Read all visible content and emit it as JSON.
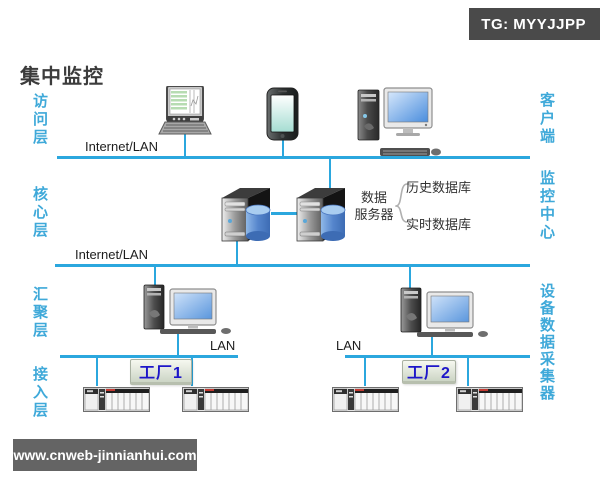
{
  "badge": {
    "text": "TG: MYYJJPP"
  },
  "watermark": {
    "text": "www.cnweb-jinnianhui.com"
  },
  "title": {
    "text": "集中监控"
  },
  "left_layers": [
    {
      "label": "访问层"
    },
    {
      "label": "核心层"
    },
    {
      "label": "汇聚层"
    },
    {
      "label": "接入层"
    }
  ],
  "right_labels": [
    {
      "label": "客户端"
    },
    {
      "label": "监控中心"
    },
    {
      "label": "设备数据采集器"
    }
  ],
  "network_labels": {
    "internet_lan_top": "Internet/LAN",
    "internet_lan_mid": "Internet/LAN",
    "lan_left": "LAN",
    "lan_right": "LAN"
  },
  "core": {
    "server_label_line1": "数据",
    "server_label_line2": "服务器",
    "databases": [
      {
        "label": "历史数据库"
      },
      {
        "label": "实时数据库"
      }
    ]
  },
  "factories": [
    {
      "label": "工厂1"
    },
    {
      "label": "工厂2"
    }
  ],
  "icons": {
    "top_row": [
      "laptop-icon",
      "smartphone-icon",
      "desktop-pc-icon"
    ],
    "core_row": [
      "server-icon",
      "database-cylinder-icon",
      "server-icon",
      "database-cylinder-icon"
    ],
    "aggregation_row": [
      "workstation-icon",
      "workstation-icon"
    ],
    "access_row": [
      "plc-rack-icon",
      "plc-rack-icon",
      "plc-rack-icon",
      "plc-rack-icon"
    ]
  },
  "colors": {
    "line": "#2ba7de",
    "layer_label": "#3fa9d9",
    "factory_text": "#1d16c9",
    "badge_bg": "#4a4a4a",
    "watermark_bg": "#646464",
    "title_text": "#3c3c3c"
  }
}
